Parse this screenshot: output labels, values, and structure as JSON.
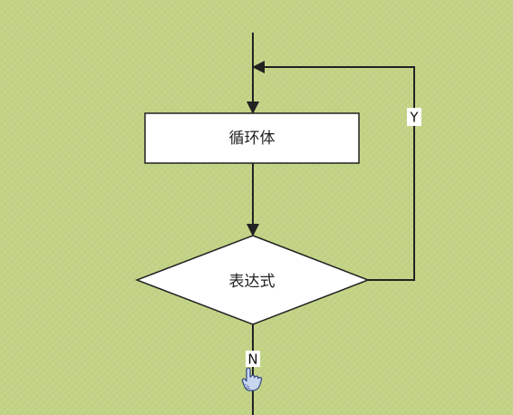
{
  "nodes": {
    "loop_body": {
      "label": "循环体"
    },
    "condition": {
      "label": "表达式"
    }
  },
  "edges": {
    "yes_label": "Y",
    "no_label": "N"
  },
  "colors": {
    "background": "#c3d486",
    "stroke": "#222222",
    "fill": "#ffffff"
  },
  "cursor": {
    "icon": "hand-pointer-cursor-icon"
  }
}
